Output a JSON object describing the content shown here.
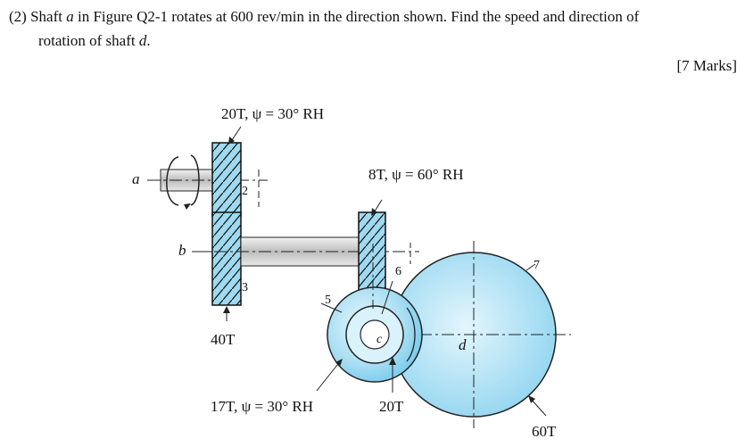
{
  "question": {
    "number": "(2)",
    "line1_pre": "Shaft ",
    "shaft_a": "a",
    "line1_post": " in Figure Q2-1 rotates at 600 rev/min in the direction shown. Find the speed and direction of",
    "line2_pre": "rotation of shaft ",
    "shaft_d": "d",
    "line2_post": "."
  },
  "marks": "[7 Marks]",
  "figure": {
    "gear2_spec": "20T, ψ = 30° RH",
    "gear4_spec": "8T, ψ = 60° RH",
    "gear3_teeth": "40T",
    "gear5_spec": "17T, ψ = 30° RH",
    "gear6_teeth": "20T",
    "gear7_teeth": "60T",
    "shaft_labels": {
      "a": "a",
      "b": "b",
      "c": "c",
      "d": "d"
    },
    "gear_numbers": {
      "g2": "2",
      "g3": "3",
      "g5": "5",
      "g6": "6",
      "g7": "7"
    }
  },
  "colors": {
    "gear_fill": "#8fd3ee",
    "gear_light": "#d4effa",
    "shaft": "#c9c9c9",
    "line": "#222222"
  }
}
